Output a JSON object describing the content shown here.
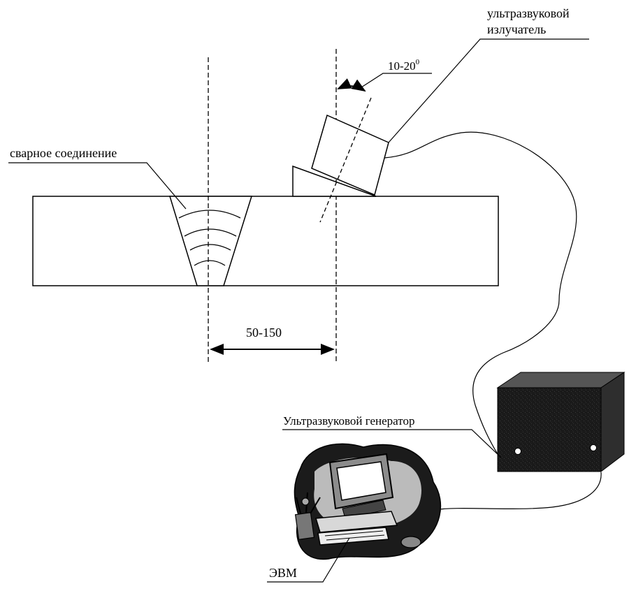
{
  "labels": {
    "emitter_line1": "ультразвуковой",
    "emitter_line2": "излучатель",
    "angle": "10-20",
    "angle_degree": "0",
    "weld": "сварное соединение",
    "distance": "50-150",
    "generator": "Ультразвуковой генератор",
    "computer": "ЭВМ"
  }
}
